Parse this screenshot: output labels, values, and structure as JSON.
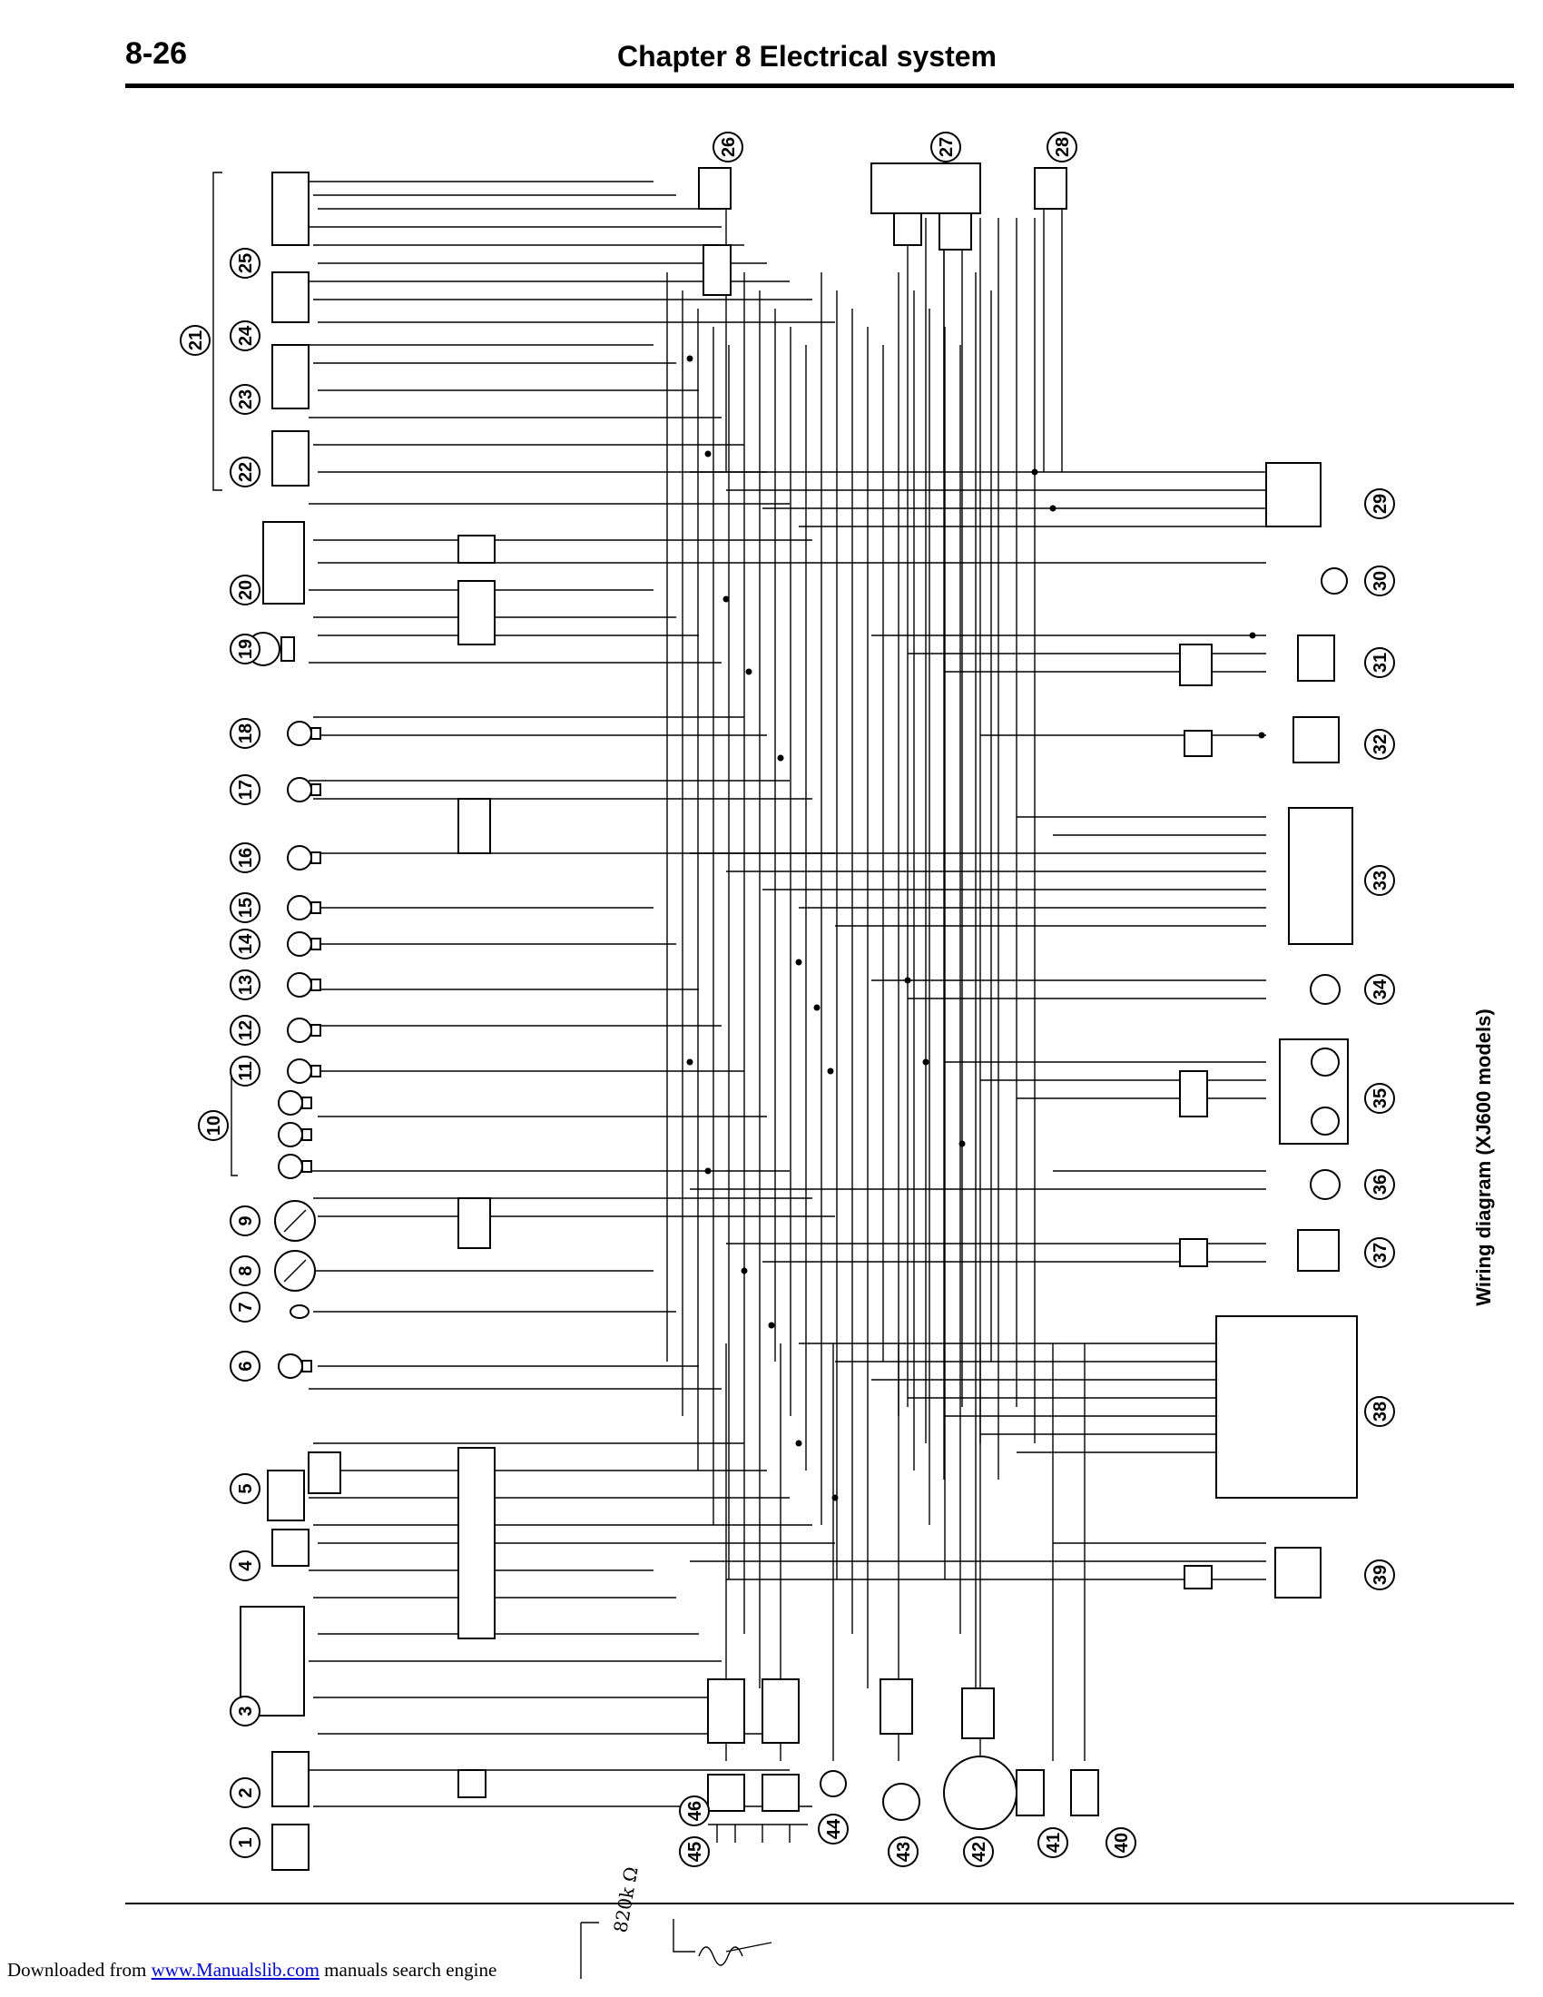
{
  "header": {
    "page_number": "8-26",
    "chapter_title": "Chapter 8   Electrical system"
  },
  "side_title": "Wiring diagram (XJ600 models)",
  "footer": {
    "prefix": "Downloaded from ",
    "link_text": "www.Manualslib.com",
    "suffix": " manuals search engine"
  },
  "handwritten_note": "820k Ω",
  "components": {
    "left": [
      "1",
      "2",
      "3",
      "4",
      "5",
      "6",
      "7",
      "8",
      "9",
      "10",
      "11",
      "12",
      "13",
      "14",
      "15",
      "16",
      "17",
      "18",
      "19",
      "20",
      "21",
      "22",
      "23",
      "24",
      "25"
    ],
    "top": [
      "26",
      "27",
      "28"
    ],
    "right": [
      "29",
      "30",
      "31",
      "32",
      "33",
      "34",
      "35",
      "36",
      "37",
      "38",
      "39"
    ],
    "bottom": [
      "40",
      "41",
      "42",
      "43",
      "44",
      "45",
      "46"
    ]
  }
}
